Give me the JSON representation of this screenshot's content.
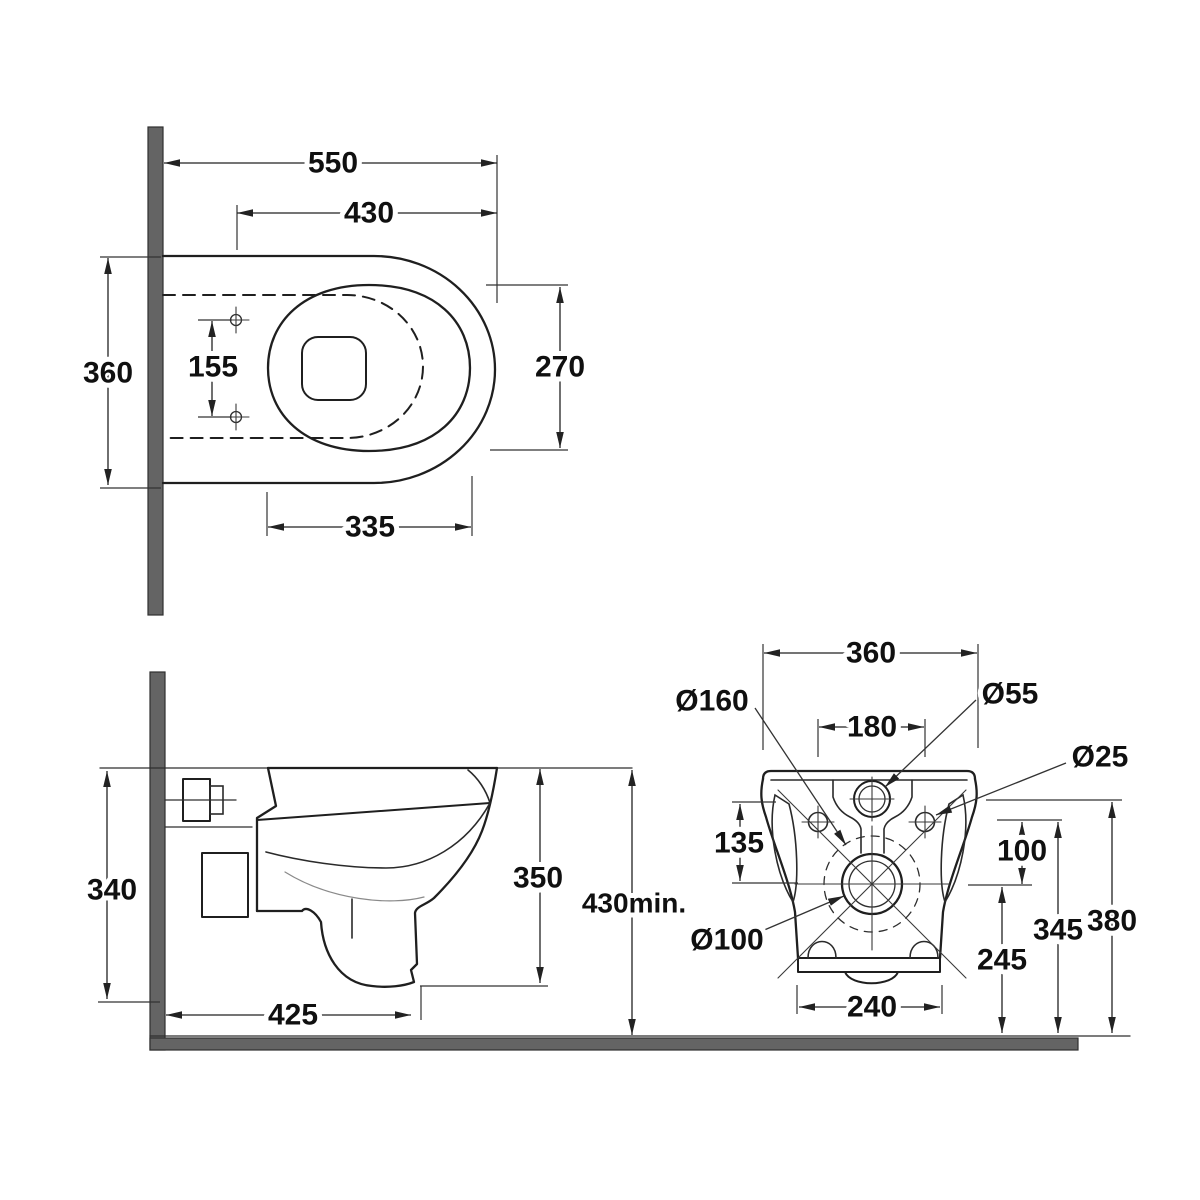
{
  "drawing": {
    "kind": "technical dimension drawing",
    "subject": "wall-hung toilet, three orthographic views",
    "units": "mm",
    "colors": {
      "line": "#1f1f1f",
      "wall_fill": "#646464",
      "background": "#ffffff"
    },
    "plan_view": {
      "overall_depth": "550",
      "seat_length": "430",
      "overall_width": "360",
      "fixing_hole_spacing": "155",
      "bowl_inner_width": "270",
      "bowl_inner_length": "335"
    },
    "side_view": {
      "height_back": "340",
      "height_front": "350",
      "install_height": "430min.",
      "projection": "425"
    },
    "rear_view": {
      "width": "360",
      "flush_hole_dia": "Ø160",
      "inlet_dia": "Ø55",
      "fixing_centres": "180",
      "fixing_hole_dia": "Ø25",
      "inlet_drop": "135",
      "hole_offset": "100",
      "outlet_dia": "Ø100",
      "outlet_height": "245",
      "fixing_height": "345",
      "overall_height": "380",
      "base_width": "240"
    }
  }
}
